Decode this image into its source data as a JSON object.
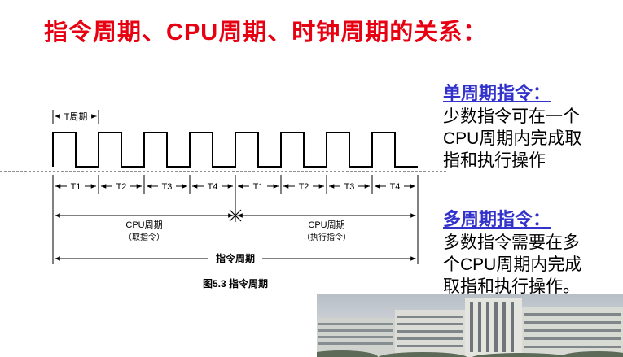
{
  "slide": {
    "title": "指令周期、CPU周期、时钟周期的关系："
  },
  "diagram": {
    "t_period_label": "T周期",
    "t_labels": [
      "T1",
      "T2",
      "T3",
      "T4",
      "T1",
      "T2",
      "T3",
      "T4"
    ],
    "fetch_cycle": {
      "line1": "CPU周期",
      "line2": "（取指令）"
    },
    "exec_cycle": {
      "line1": "CPU周期",
      "line2": "（执行指令）"
    },
    "instruction_cycle_label": "指令周期",
    "caption": "图5.3  指令周期"
  },
  "notes": {
    "single_cycle": {
      "heading": "单周期指令：",
      "lines": [
        "少数指令可在一个",
        "CPU周期内完成取",
        "指和执行操作"
      ]
    },
    "multi_cycle": {
      "heading": "多周期指令：",
      "lines": [
        "多数指令需要在多",
        "个CPU周期内完成",
        "取指和执行操作。"
      ]
    }
  },
  "colors": {
    "title_red": "#e60012",
    "heading_link_blue": "#3333cc",
    "guide_gray": "#8f8f8f",
    "diagram_black": "#000000"
  }
}
